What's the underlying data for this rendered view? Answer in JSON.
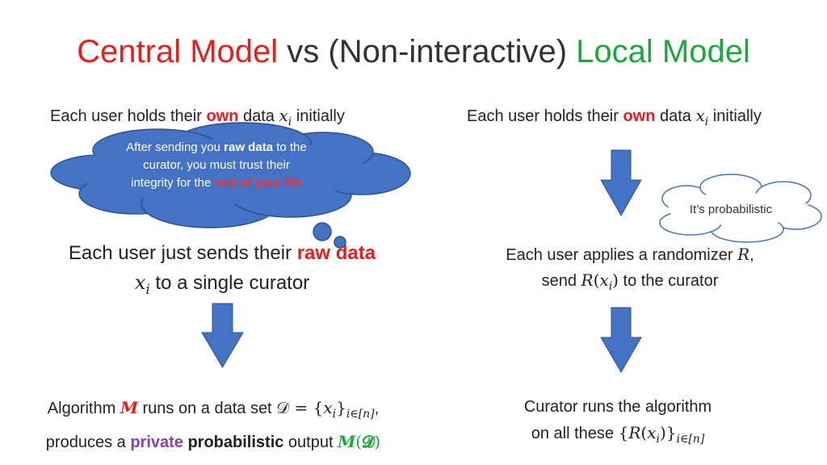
{
  "title": {
    "part1": "Central Model",
    "part2": " vs (Non-interactive) ",
    "part3": "Local Model"
  },
  "left": {
    "top_line": {
      "pre": "Each user holds their ",
      "own": "own",
      "mid": " data ",
      "var": "x",
      "sub": "i",
      "post": " initially"
    },
    "cloud": {
      "l1": "After sending you ",
      "l1b": "raw data",
      "l1c": " to the",
      "l2": "curator, you must trust their",
      "l3": "integrity for the ",
      "l3r": "rest of your life"
    },
    "send": {
      "pre": "Each user just sends their ",
      "raw": "raw data",
      "var": "x",
      "sub": "i",
      "post": " to a single curator"
    },
    "algo": {
      "l1a": "Algorithm ",
      "M": "M",
      "l1b": " runs on a data set ",
      "D": "𝒟",
      "eq": " = {",
      "x": "x",
      "xsub": "i",
      "close": "}",
      "setsub": "i∈[n]",
      "comma": ",",
      "l2a": "produces a ",
      "private": "private",
      "sp": " ",
      "prob": "probabilistic",
      "l2b": " output ",
      "MD_M": "M",
      "MD_open": "(",
      "MD_D": "𝓓",
      "MD_close": ")"
    }
  },
  "right": {
    "top_line": {
      "pre": "Each user holds their ",
      "own": "own",
      "mid": " data ",
      "var": "x",
      "sub": "i",
      "post": " initially"
    },
    "bubble": "It’s probabilistic",
    "apply": {
      "l1": "Each user applies a randomizer ",
      "R": "R",
      "comma": ",",
      "l2a": "send ",
      "R2": "R",
      "open": "(",
      "x": "x",
      "sub": "i",
      "close": ")",
      "l2b": " to the curator"
    },
    "curator": {
      "l1": "Curator runs the algorithm",
      "l2a": "on all these ",
      "open": "{",
      "R": "R",
      "p1": "(",
      "x": "x",
      "sub": "i",
      "p2": ")",
      "close": "}",
      "setsub": "i∈[n]"
    }
  },
  "colors": {
    "arrow": "#4472c4",
    "cloud": "#4472c4",
    "red": "#e81e1e",
    "green": "#1aaa3c",
    "purple": "#8a3dbf"
  }
}
